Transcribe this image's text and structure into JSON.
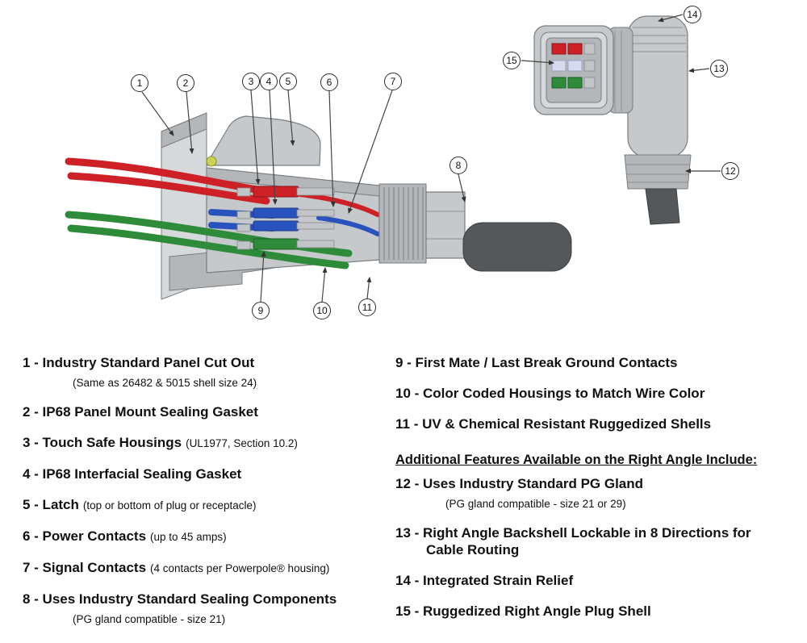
{
  "figure": {
    "callout_numbers": [
      "1",
      "2",
      "3",
      "4",
      "5",
      "6",
      "7",
      "8",
      "9",
      "10",
      "11",
      "12",
      "13",
      "14",
      "15"
    ]
  },
  "colors": {
    "wire-red": "#ce2127",
    "wire-green": "#2e8b3a",
    "wire-blue": "#2a52be",
    "shell-grey": "#c6c9cb",
    "shell-edge": "#7a7d80",
    "cable-dark": "#55585a"
  },
  "legend": {
    "left": [
      {
        "label": "1 - Industry Standard Panel Cut Out",
        "sub": "(Same as 26482 & 5015 shell size 24)"
      },
      {
        "label": "2 - IP68 Panel Mount Sealing Gasket"
      },
      {
        "label": "3 - Touch Safe Housings",
        "note": "(UL1977, Section 10.2)"
      },
      {
        "label": "4 - IP68 Interfacial Sealing Gasket"
      },
      {
        "label": "5 - Latch",
        "note": "(top or bottom of plug or receptacle)"
      },
      {
        "label": "6 - Power Contacts",
        "note": "(up to 45 amps)"
      },
      {
        "label": "7 - Signal Contacts",
        "note": "(4 contacts per Powerpole® housing)"
      },
      {
        "label": "8 - Uses Industry Standard Sealing Components",
        "sub": "(PG gland compatible - size 21)"
      }
    ],
    "right_top": [
      {
        "label": "9 - First Mate / Last Break Ground Contacts"
      },
      {
        "label": "10 - Color Coded Housings to Match Wire Color"
      },
      {
        "label": "11 - UV & Chemical Resistant Ruggedized Shells"
      }
    ],
    "right_heading": "Additional Features Available on the Right Angle Include:",
    "right_bottom": [
      {
        "label": "12 - Uses Industry Standard PG Gland",
        "sub": "(PG gland compatible - size 21 or 29)"
      },
      {
        "label": "13 - Right Angle Backshell Lockable in 8 Directions for Cable Routing"
      },
      {
        "label": "14 - Integrated Strain Relief"
      },
      {
        "label": "15 - Ruggedized Right Angle Plug Shell"
      }
    ]
  }
}
